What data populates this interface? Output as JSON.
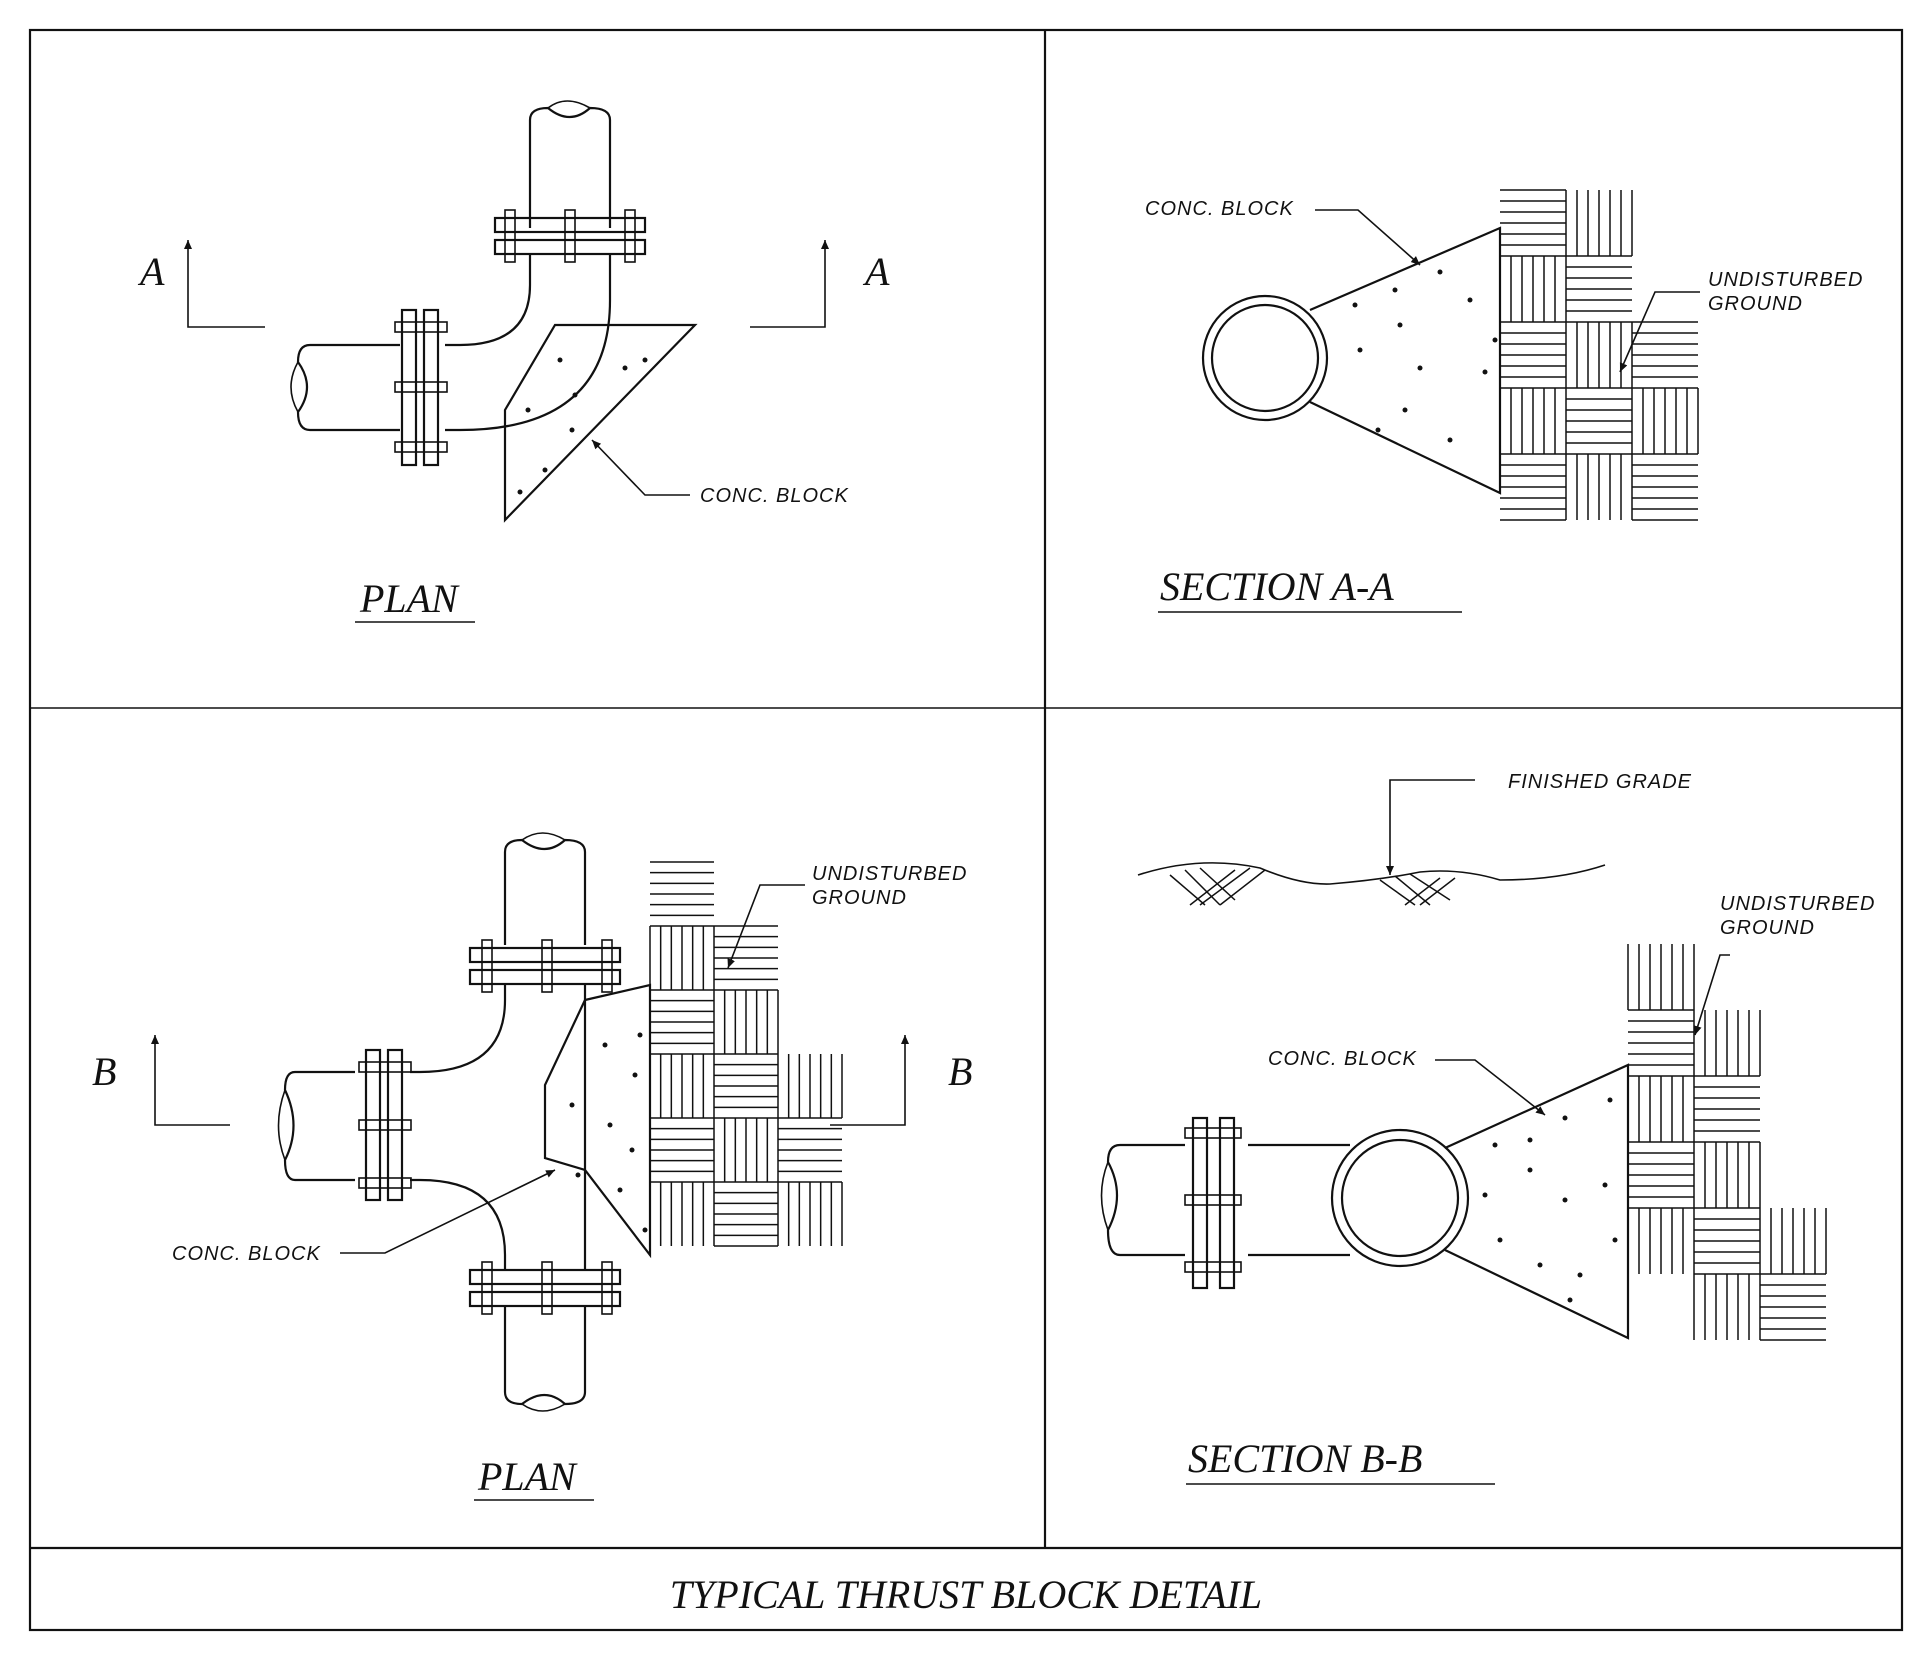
{
  "title": "TYPICAL THRUST BLOCK DETAIL",
  "panels": {
    "top_left": {
      "caption": "PLAN",
      "section_mark_left": "A",
      "section_mark_right": "A",
      "conc_block_label": "CONC. BLOCK"
    },
    "top_right": {
      "caption": "SECTION A-A",
      "conc_block_label": "CONC. BLOCK",
      "ground_label_line1": "UNDISTURBED",
      "ground_label_line2": "GROUND"
    },
    "bottom_left": {
      "caption": "PLAN",
      "section_mark_left": "B",
      "section_mark_right": "B",
      "conc_block_label": "CONC. BLOCK",
      "ground_label_line1": "UNDISTURBED",
      "ground_label_line2": "GROUND"
    },
    "bottom_right": {
      "caption": "SECTION B-B",
      "conc_block_label": "CONC. BLOCK",
      "grade_label": "FINISHED GRADE",
      "ground_label_line1": "UNDISTURBED",
      "ground_label_line2": "GROUND"
    }
  }
}
